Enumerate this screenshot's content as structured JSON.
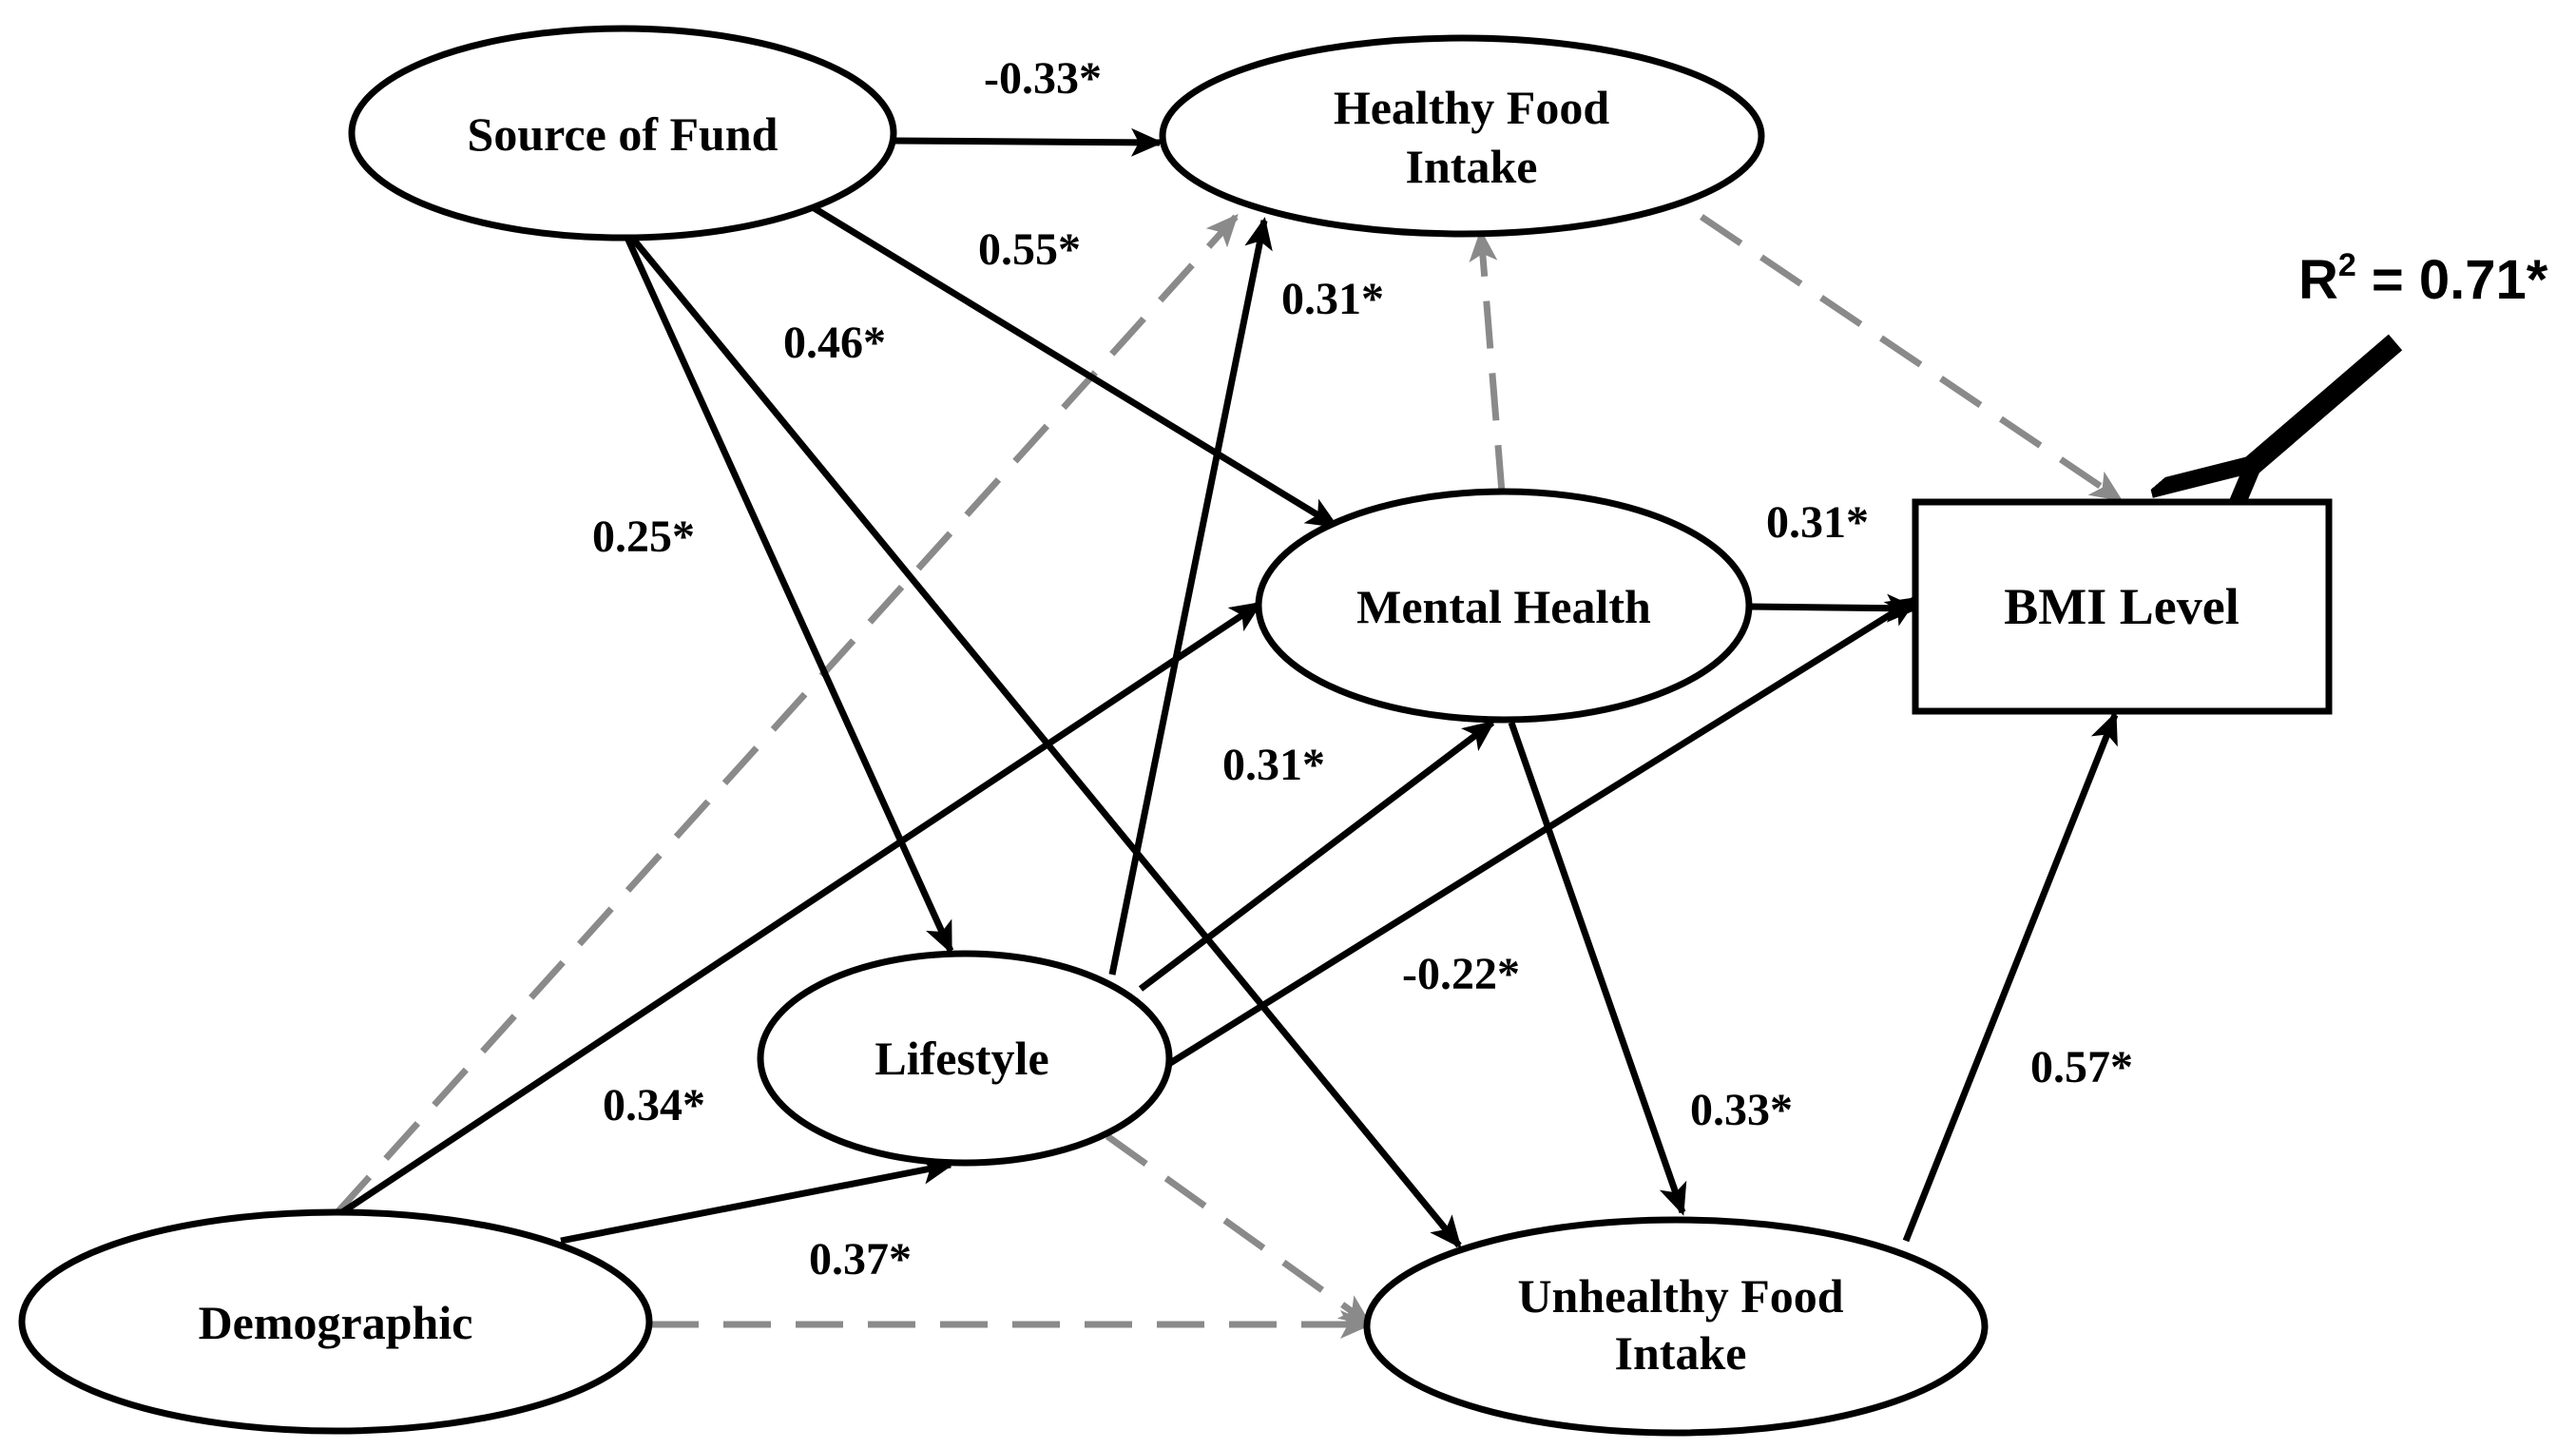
{
  "colors": {
    "significant_path": "#000000",
    "nonsignificant_path": "#8a8a8a",
    "background": "#ffffff"
  },
  "nodes": {
    "source_of_fund": {
      "label": "Source of Fund"
    },
    "healthy_food_intake": {
      "label_line1": "Healthy Food",
      "label_line2": "Intake"
    },
    "mental_health": {
      "label": "Mental Health"
    },
    "bmi_level": {
      "label": "BMI Level"
    },
    "lifestyle": {
      "label": "Lifestyle"
    },
    "demographic": {
      "label": "Demographic"
    },
    "unhealthy_food_intake": {
      "label_line1": "Unhealthy Food",
      "label_line2": "Intake"
    }
  },
  "paths": [
    {
      "from": "Source of Fund",
      "to": "Healthy Food Intake",
      "coefficient": "-0.33*",
      "significant": true
    },
    {
      "from": "Source of Fund",
      "to": "Mental Health",
      "coefficient": "0.55*",
      "significant": true
    },
    {
      "from": "Source of Fund",
      "to": "Unhealthy Food Intake",
      "coefficient": "0.46*",
      "significant": true
    },
    {
      "from": "Source of Fund",
      "to": "Lifestyle",
      "coefficient": "0.25*",
      "significant": true
    },
    {
      "from": "Lifestyle",
      "to": "Healthy Food Intake",
      "coefficient": "0.31*",
      "significant": true
    },
    {
      "from": "Lifestyle",
      "to": "Mental Health",
      "coefficient": "0.31*",
      "significant": true
    },
    {
      "from": "Lifestyle",
      "to": "BMI Level",
      "coefficient": "-0.22*",
      "significant": true
    },
    {
      "from": "Mental Health",
      "to": "BMI Level",
      "coefficient": "0.31*",
      "significant": true
    },
    {
      "from": "Mental Health",
      "to": "Unhealthy Food Intake",
      "coefficient": "0.33*",
      "significant": true
    },
    {
      "from": "Demographic",
      "to": "Mental Health",
      "coefficient": "0.34*",
      "significant": true
    },
    {
      "from": "Demographic",
      "to": "Lifestyle",
      "coefficient": "0.37*",
      "significant": true
    },
    {
      "from": "Unhealthy Food Intake",
      "to": "BMI Level",
      "coefficient": "0.57*",
      "significant": true
    },
    {
      "from": "Demographic",
      "to": "Healthy Food Intake",
      "coefficient": "",
      "significant": false
    },
    {
      "from": "Mental Health",
      "to": "Healthy Food Intake",
      "coefficient": "",
      "significant": false
    },
    {
      "from": "Healthy Food Intake",
      "to": "BMI Level",
      "coefficient": "",
      "significant": false
    },
    {
      "from": "Lifestyle",
      "to": "Unhealthy Food Intake",
      "coefficient": "",
      "significant": false
    },
    {
      "from": "Demographic",
      "to": "Unhealthy Food Intake",
      "coefficient": "",
      "significant": false
    }
  ],
  "r_squared": {
    "prefix": "R",
    "superscript": "2",
    "value": " = 0.71*"
  }
}
